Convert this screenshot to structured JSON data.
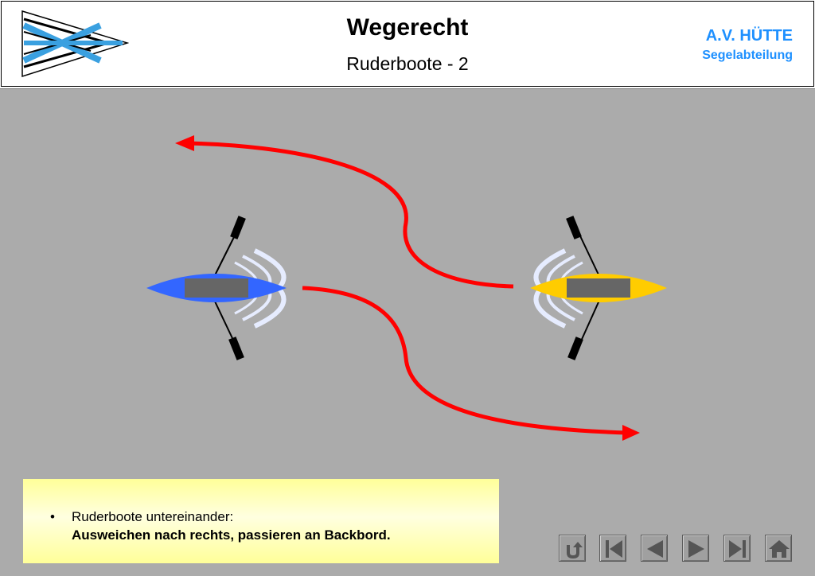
{
  "header": {
    "title": "Wegerecht",
    "subtitle": "Ruderboote - 2",
    "org_name": "A.V. HÜTTE",
    "org_subtitle": "Segelabteilung"
  },
  "note": {
    "bullet": "•",
    "line1": "Ruderboote untereinander:",
    "line2": "Ausweichen nach rechts, passieren an Backbord."
  },
  "colors": {
    "background": "#ababab",
    "path": "#ff0000",
    "boat_left": "#3366ff",
    "boat_right": "#ffcc00",
    "brand": "#1e90ff"
  },
  "navigation": {
    "buttons": [
      "return-icon",
      "first-slide-icon",
      "previous-slide-icon",
      "next-slide-icon",
      "last-slide-icon",
      "home-icon"
    ]
  }
}
